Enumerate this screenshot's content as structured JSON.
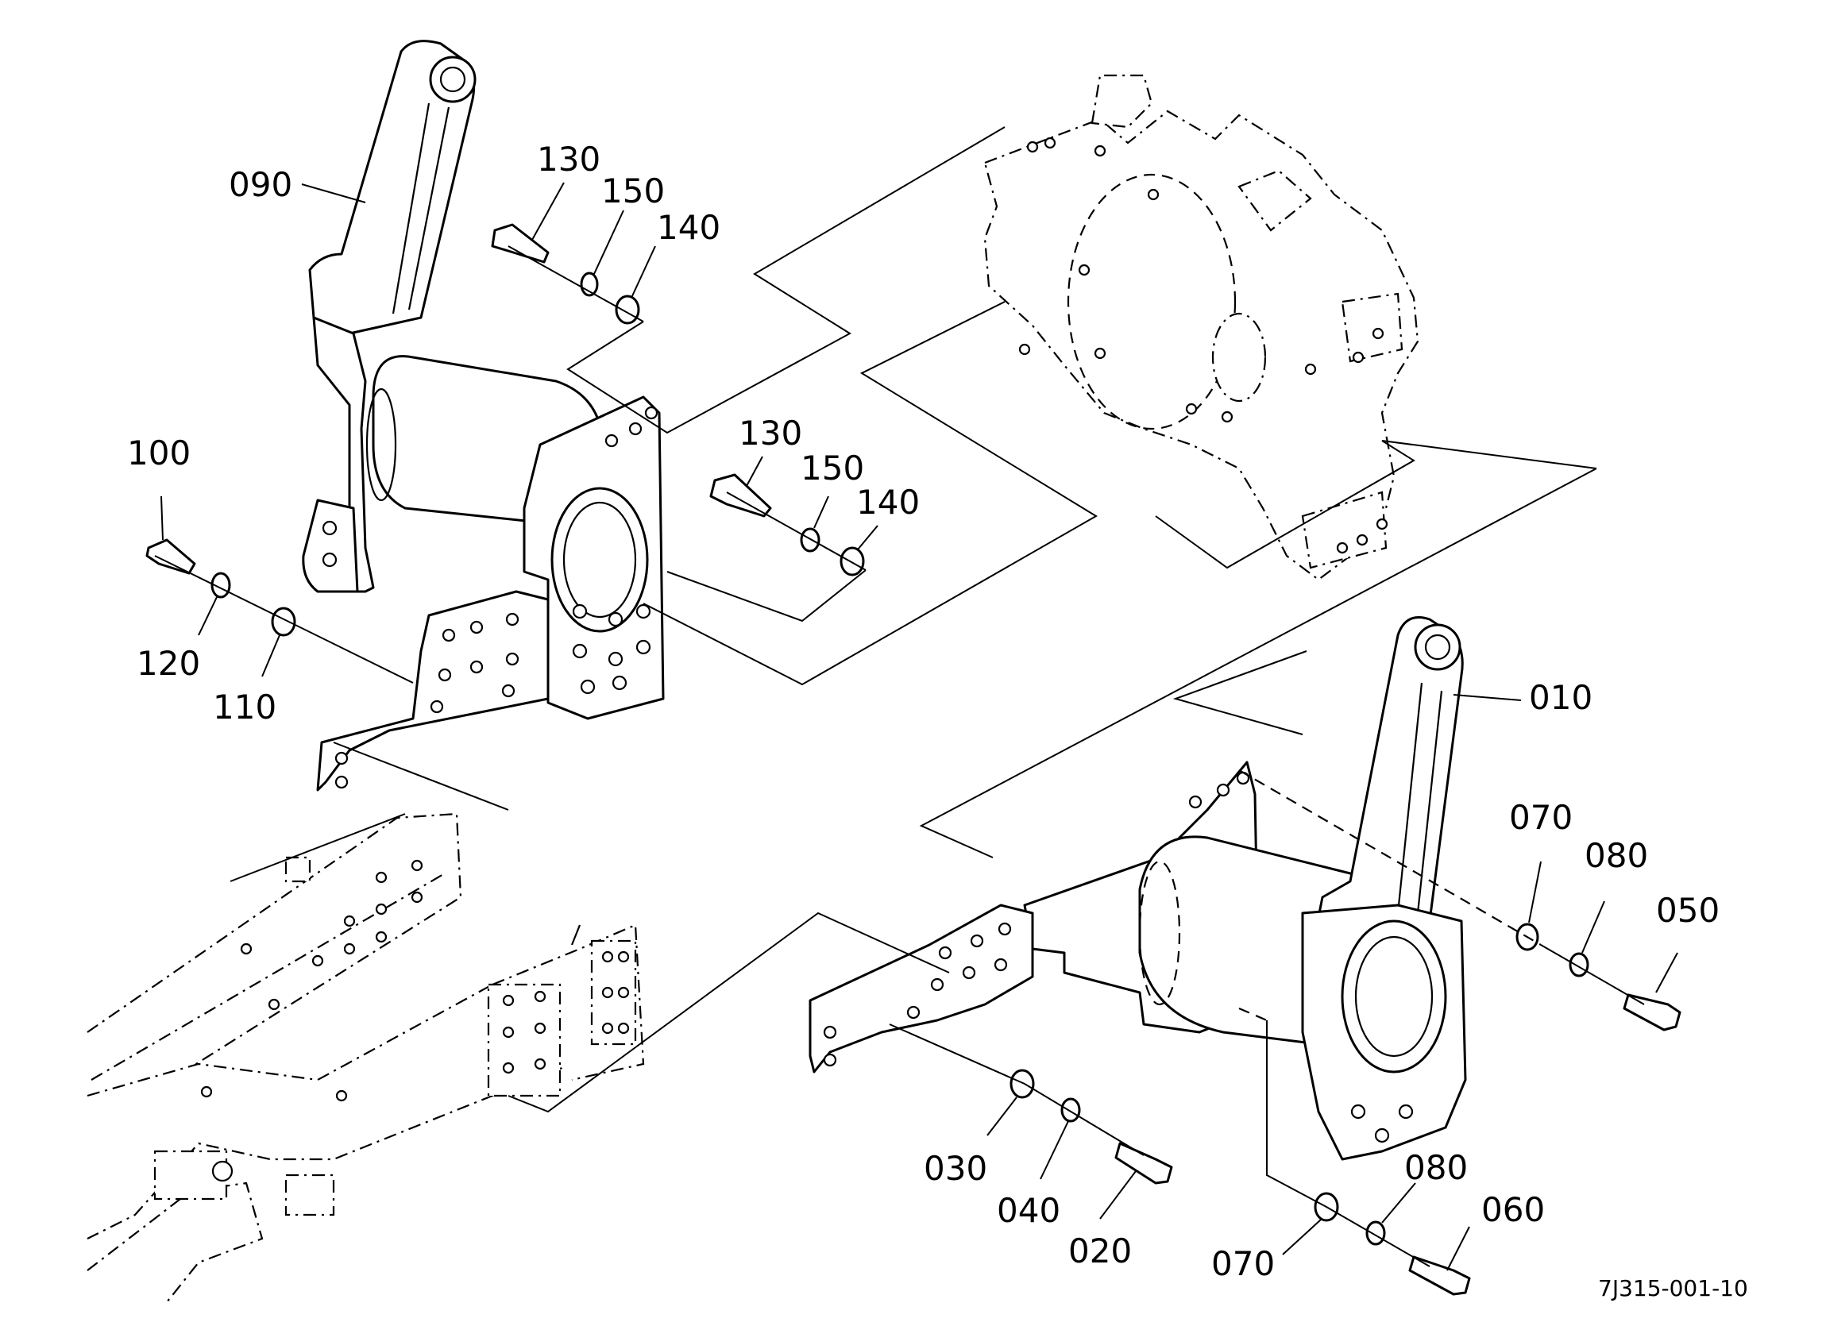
{
  "diagram": {
    "reference_code": "7J315-001-10",
    "callouts": {
      "090": "090",
      "130_upper": "130",
      "150_upper": "150",
      "140_upper": "140",
      "100": "100",
      "130_mid": "130",
      "150_mid": "150",
      "140_mid": "140",
      "120": "120",
      "110": "110",
      "010": "010",
      "070_right": "070",
      "080_right": "080",
      "050": "050",
      "030": "030",
      "040": "040",
      "020": "020",
      "080_lower": "080",
      "060": "060",
      "070_lower": "070"
    }
  }
}
